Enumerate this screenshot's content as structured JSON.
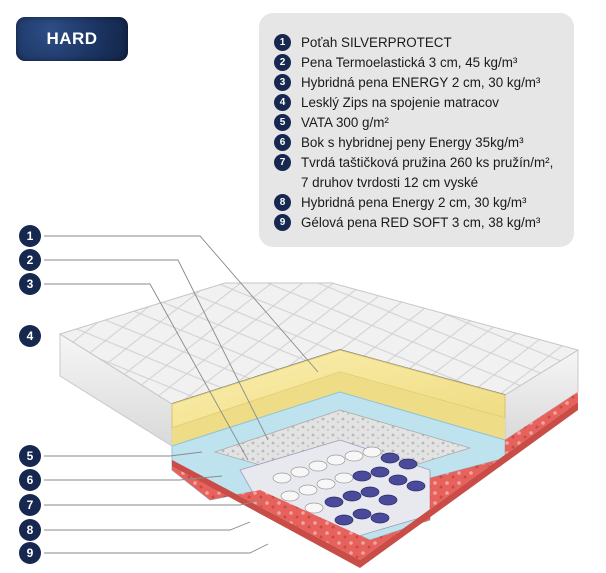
{
  "badge": {
    "label": "HARD"
  },
  "legend": [
    {
      "num": "1",
      "text": "Poťah SILVERPROTECT"
    },
    {
      "num": "2",
      "text": "Pena Termoelastická 3 cm, 45 kg/m³"
    },
    {
      "num": "3",
      "text": "Hybridná pena ENERGY 2 cm, 30 kg/m³"
    },
    {
      "num": "4",
      "text": "Lesklý Zips na spojenie matracov"
    },
    {
      "num": "5",
      "text": "VATA 300 g/m²"
    },
    {
      "num": "6",
      "text": "Bok s hybridnej peny Energy 35kg/m³"
    },
    {
      "num": "7",
      "text": "Tvrdá taštičková pružina 260 ks pružín/m²,",
      "cont": "7 druhov tvrdosti 12 cm vyské"
    },
    {
      "num": "8",
      "text": "Hybridná pena Energy 2 cm, 30 kg/m³"
    },
    {
      "num": "9",
      "text": "Gélová pena RED SOFT 3 cm, 38 kg/m³"
    }
  ],
  "callouts": [
    "1",
    "2",
    "3",
    "4",
    "5",
    "6",
    "7",
    "8",
    "9"
  ],
  "colors": {
    "navy": "#16284f",
    "cover": "#f2f2f2",
    "yellow_foam": "#f6e79a",
    "blue_foam": "#bfe3ee",
    "spring_white": "#f5f5f5",
    "spring_purple": "#3f3f8f",
    "red_gel": "#e25a55"
  }
}
